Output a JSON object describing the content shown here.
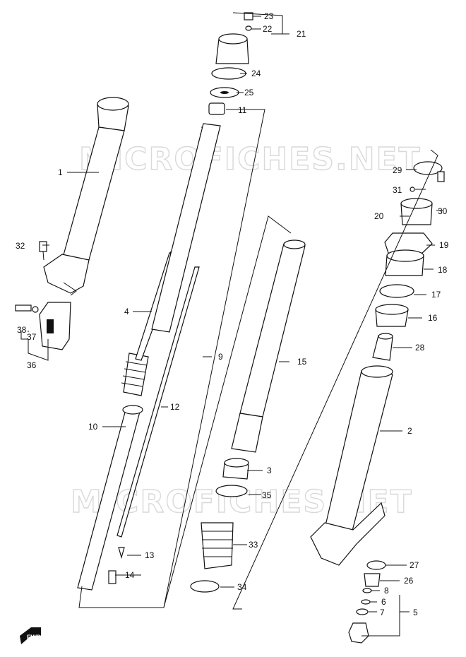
{
  "watermark": "MICROFICHES.NET",
  "fwd_label": "FWD",
  "callouts": {
    "c1": "1",
    "c2": "2",
    "c3": "3",
    "c4": "4",
    "c5": "5",
    "c6": "6",
    "c7": "7",
    "c8": "8",
    "c9": "9",
    "c10": "10",
    "c11": "11",
    "c12": "12",
    "c13": "13",
    "c14": "14",
    "c15": "15",
    "c16": "16",
    "c17": "17",
    "c18": "18",
    "c19": "19",
    "c20": "20",
    "c21": "21",
    "c22": "22",
    "c23": "23",
    "c24": "24",
    "c25": "25",
    "c26": "26",
    "c27": "27",
    "c28": "28",
    "c29": "29",
    "c30": "30",
    "c31": "31",
    "c32": "32",
    "c33": "33",
    "c34": "34",
    "c35": "35",
    "c36": "36",
    "c37": "37",
    "c38": "38"
  }
}
